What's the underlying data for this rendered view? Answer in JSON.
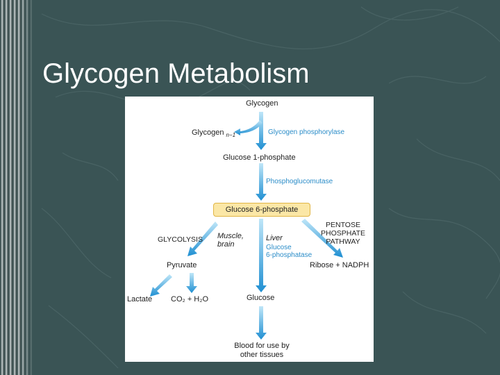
{
  "slide": {
    "title": "Glycogen Metabolism"
  },
  "diagram": {
    "nodes": {
      "glycogen": "Glycogen",
      "glycogen_n1": "Glycogen",
      "glycogen_n1_sub": "n−1",
      "glucose_1_phosphate": "Glucose 1-phosphate",
      "glucose_6_phosphate": "Glucose 6-phosphate",
      "pyruvate": "Pyruvate",
      "lactate": "Lactate",
      "co2_h2o": "CO₂ + H₂O",
      "glucose": "Glucose",
      "ribose_nadph": "Ribose + NADPH",
      "blood": [
        "Blood for use by",
        "other tissues"
      ]
    },
    "enzymes": {
      "glycogen_phosphorylase": "Glycogen phosphorylase",
      "phosphoglucomutase": "Phosphoglucomutase",
      "glucose_6_phosphatase": [
        "Glucose",
        "6-phosphatase"
      ]
    },
    "pathways": {
      "glycolysis": "GLYCOLYSIS",
      "pentose_phosphate": [
        "PENTOSE",
        "PHOSPHATE",
        "PATHWAY"
      ]
    },
    "tissues": {
      "muscle_brain": [
        "Muscle,",
        "brain"
      ],
      "liver": "Liver"
    }
  }
}
